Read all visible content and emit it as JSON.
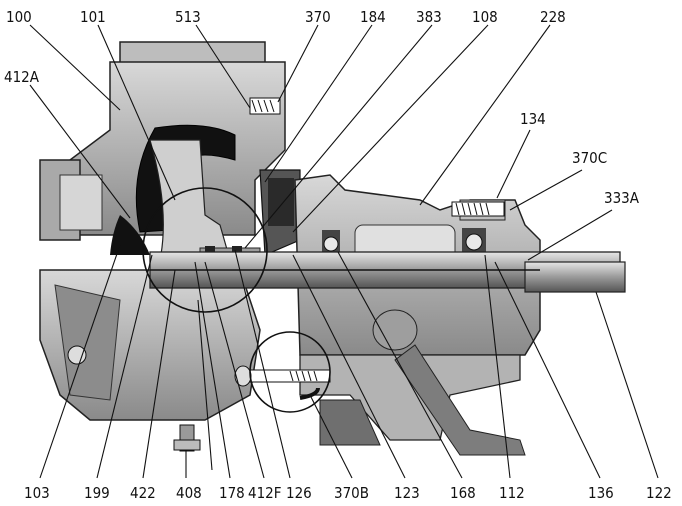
{
  "labels": {
    "l100": "100",
    "l101": "101",
    "l513": "513",
    "l370": "370",
    "l184": "184",
    "l383": "383",
    "l108": "108",
    "l228": "228",
    "l412A": "412A",
    "l134": "134",
    "l370C": "370C",
    "l333A": "333A",
    "l103": "103",
    "l199": "199",
    "l422": "422",
    "l408": "408",
    "l178": "178",
    "l412F": "412F",
    "l126": "126",
    "l370B": "370B",
    "l123": "123",
    "l168": "168",
    "l112": "112",
    "l136": "136",
    "l122": "122"
  },
  "colors": {
    "body_light": "#c9c9c9",
    "body_mid": "#a8a8a8",
    "body_dark": "#6e6e6e",
    "black": "#111111"
  }
}
